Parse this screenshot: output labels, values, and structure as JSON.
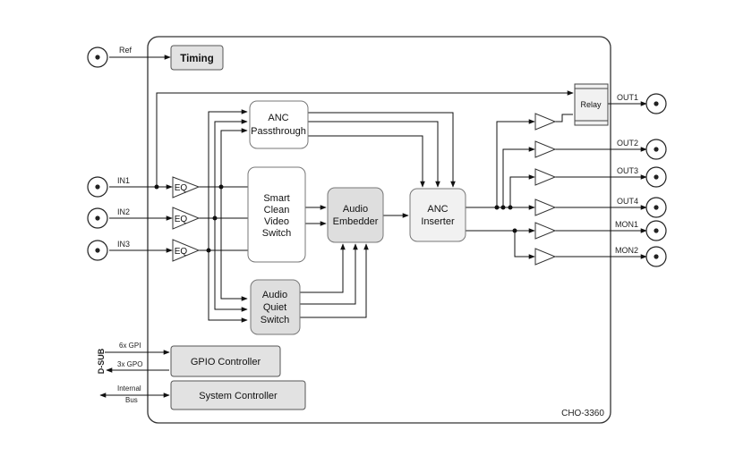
{
  "diagram": {
    "model": "CHO-3360",
    "blocks": {
      "timing": "Timing",
      "anc_pass": [
        "ANC",
        "Passthrough"
      ],
      "scv": [
        "Smart",
        "Clean",
        "Video",
        "Switch"
      ],
      "audio_emb": [
        "Audio",
        "Embedder"
      ],
      "anc_ins": [
        "ANC",
        "Inserter"
      ],
      "aqs": [
        "Audio",
        "Quiet",
        "Switch"
      ],
      "gpio": "GPIO Controller",
      "sysctl": "System Controller",
      "relay": "Relay"
    },
    "eq_label": "EQ",
    "inputs": [
      "IN1",
      "IN2",
      "IN3"
    ],
    "ref": "Ref",
    "outputs": [
      "OUT1",
      "OUT2",
      "OUT3",
      "OUT4",
      "MON1",
      "MON2"
    ],
    "dsub": "D-SUB",
    "gpi": "6x GPI",
    "gpo": "3x GPO",
    "bus": [
      "Internal",
      "Bus"
    ]
  }
}
